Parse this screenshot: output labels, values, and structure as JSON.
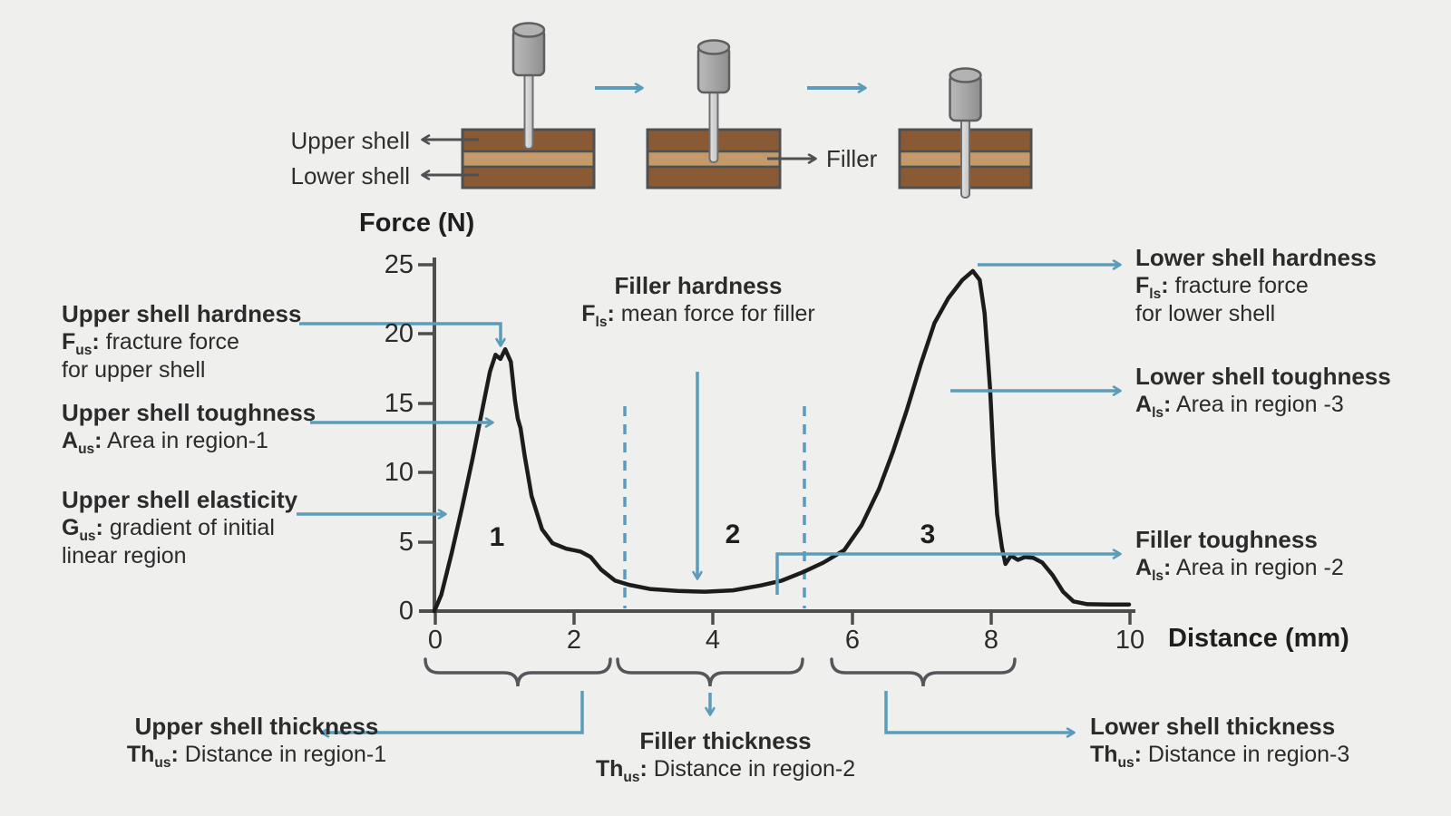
{
  "misc": {
    "colon": ":"
  },
  "colors": {
    "accent_blue": "#5b9cba",
    "curve_black": "#1c1c1c",
    "axis_gray": "#4e4e4e",
    "shell_brown": "#8a5a35",
    "filler_tan": "#c59a6a",
    "background": "#eff0ee"
  },
  "diagram": {
    "upper_shell_label": "Upper shell",
    "lower_shell_label": "Lower shell",
    "filler_label": "Filler"
  },
  "chart": {
    "y_axis_title": "Force (N)",
    "x_axis_title": "Distance (mm)",
    "y_ticks": [
      "25",
      "20",
      "15",
      "10",
      "5",
      "0"
    ],
    "x_ticks": [
      "0",
      "2",
      "4",
      "6",
      "8",
      "10"
    ],
    "region_labels": [
      "1",
      "2",
      "3"
    ]
  },
  "chart_data": {
    "type": "line",
    "title": "",
    "xlabel": "Distance (mm)",
    "ylabel": "Force (N)",
    "xlim": [
      0,
      10
    ],
    "ylim": [
      0,
      25
    ],
    "x_tick_values": [
      0,
      2,
      4,
      6,
      8,
      10
    ],
    "y_tick_values": [
      0,
      5,
      10,
      15,
      20,
      25
    ],
    "grid": false,
    "legend": "none",
    "region_boundaries_dashed_x_mm": [
      2.74,
      5.33
    ],
    "regions": [
      {
        "label": "1",
        "x_mm": 0.9,
        "y_n": 6.3
      },
      {
        "label": "2",
        "x_mm": 4.3,
        "y_n": 6.5
      },
      {
        "label": "3",
        "x_mm": 7.1,
        "y_n": 6.5
      }
    ],
    "annotation_levels_n": {
      "upper_shell_hardness_peak": 18.9,
      "upper_shell_toughness_arrow": 13.6,
      "upper_shell_elasticity_arrow": 7.0,
      "filler_mean_force": 1.5,
      "lower_shell_hardness_peak": 24.5,
      "lower_shell_toughness_arrow": 15.9,
      "filler_toughness_arrow": 4.1
    },
    "curve_points": [
      [
        0,
        0
      ],
      [
        0.1,
        1.2
      ],
      [
        0.25,
        4.2
      ],
      [
        0.4,
        7.5
      ],
      [
        0.55,
        11
      ],
      [
        0.7,
        14.8
      ],
      [
        0.8,
        17.3
      ],
      [
        0.88,
        18.5
      ],
      [
        0.95,
        18.2
      ],
      [
        1.02,
        18.9
      ],
      [
        1.1,
        18.0
      ],
      [
        1.16,
        15.2
      ],
      [
        1.2,
        13.9
      ],
      [
        1.24,
        13.2
      ],
      [
        1.3,
        11.2
      ],
      [
        1.4,
        8.3
      ],
      [
        1.55,
        5.9
      ],
      [
        1.7,
        4.9
      ],
      [
        1.9,
        4.5
      ],
      [
        2.1,
        4.3
      ],
      [
        2.25,
        3.9
      ],
      [
        2.4,
        3.0
      ],
      [
        2.6,
        2.2
      ],
      [
        2.8,
        1.9
      ],
      [
        3.1,
        1.6
      ],
      [
        3.5,
        1.45
      ],
      [
        3.9,
        1.4
      ],
      [
        4.3,
        1.5
      ],
      [
        4.7,
        1.85
      ],
      [
        5.0,
        2.2
      ],
      [
        5.3,
        2.8
      ],
      [
        5.6,
        3.5
      ],
      [
        5.9,
        4.4
      ],
      [
        6.15,
        6.2
      ],
      [
        6.4,
        8.8
      ],
      [
        6.6,
        11.5
      ],
      [
        6.8,
        14.5
      ],
      [
        7.0,
        17.8
      ],
      [
        7.2,
        20.8
      ],
      [
        7.4,
        22.6
      ],
      [
        7.6,
        23.9
      ],
      [
        7.75,
        24.55
      ],
      [
        7.85,
        23.9
      ],
      [
        7.92,
        21.5
      ],
      [
        8.0,
        16.0
      ],
      [
        8.05,
        11.0
      ],
      [
        8.1,
        7.0
      ],
      [
        8.17,
        4.6
      ],
      [
        8.22,
        3.4
      ],
      [
        8.3,
        4.0
      ],
      [
        8.4,
        3.7
      ],
      [
        8.5,
        3.9
      ],
      [
        8.62,
        3.85
      ],
      [
        8.75,
        3.5
      ],
      [
        8.9,
        2.6
      ],
      [
        9.05,
        1.4
      ],
      [
        9.2,
        0.7
      ],
      [
        9.4,
        0.5
      ],
      [
        9.7,
        0.48
      ],
      [
        10,
        0.48
      ]
    ]
  },
  "annotations": {
    "upper_hardness": {
      "title": "Upper shell hardness",
      "sym": "F",
      "sub": "us",
      "rest": " fracture force",
      "line2": "for upper shell"
    },
    "upper_toughness": {
      "title": "Upper shell toughness",
      "sym": "A",
      "sub": "us",
      "rest": " Area in region-1"
    },
    "upper_elasticity": {
      "title": "Upper shell elasticity",
      "sym": "G",
      "sub": "us",
      "rest": " gradient of initial",
      "line2": "linear region"
    },
    "filler_hardness": {
      "title": "Filler hardness",
      "sym": "F",
      "sub": "ls",
      "rest": " mean force for filler"
    },
    "lower_hardness": {
      "title": "Lower shell hardness",
      "sym": "F",
      "sub": "ls",
      "rest": " fracture force",
      "line2": "for lower shell"
    },
    "lower_toughness": {
      "title": "Lower shell toughness",
      "sym": "A",
      "sub": "ls",
      "rest": " Area in region -3"
    },
    "filler_toughness": {
      "title": "Filler toughness",
      "sym": "A",
      "sub": "ls",
      "rest": " Area in region -2"
    },
    "upper_thickness": {
      "title": "Upper shell thickness",
      "sym": "Th",
      "sub": "us",
      "rest": " Distance in region-1"
    },
    "filler_thickness": {
      "title": "Filler thickness",
      "sym": "Th",
      "sub": "us",
      "rest": " Distance in region-2"
    },
    "lower_thickness": {
      "title": "Lower shell thickness",
      "sym": "Th",
      "sub": "us",
      "rest": " Distance in region-3"
    }
  }
}
